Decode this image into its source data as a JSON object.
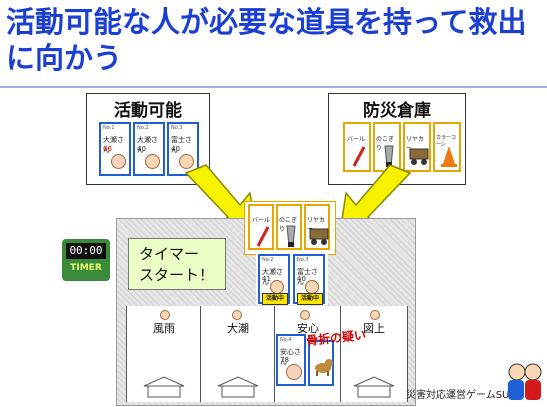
{
  "slide": {
    "title": "活動可能な人が必要な道具を持って救出に向かう",
    "footer": "災害対応運営ゲームSUG"
  },
  "left_box": {
    "title": "活動可能",
    "cards": [
      {
        "name": "大瀬さん",
        "age": "66"
      },
      {
        "name": "大瀬さん",
        "age": "40"
      },
      {
        "name": "富士さん",
        "age": "40"
      }
    ]
  },
  "right_box": {
    "title": "防災倉庫",
    "tools": [
      "バール",
      "のこぎり",
      "リヤカー",
      "カラーコーン"
    ]
  },
  "center_tools": [
    "バール",
    "のこぎり",
    "リヤカー"
  ],
  "center_people": [
    {
      "name": "大瀬さん",
      "age": "41",
      "badge": "活動中"
    },
    {
      "name": "富士さん",
      "age": "40",
      "badge": "活動中"
    }
  ],
  "timer": {
    "display": "00:00",
    "label": "TIMER"
  },
  "speech": {
    "line1": "タイマー",
    "line2": "スタート！"
  },
  "rooms": [
    "風雨",
    "大潮",
    "安心",
    "図上"
  ],
  "rescue_card": {
    "name": "安心さん",
    "age": "78"
  },
  "annotation": "骨折の疑い",
  "colors": {
    "title": "#1b3fd1",
    "arrow": "#f7f200",
    "card_blue": "#1e5fd6",
    "card_yellow": "#e6a800"
  }
}
